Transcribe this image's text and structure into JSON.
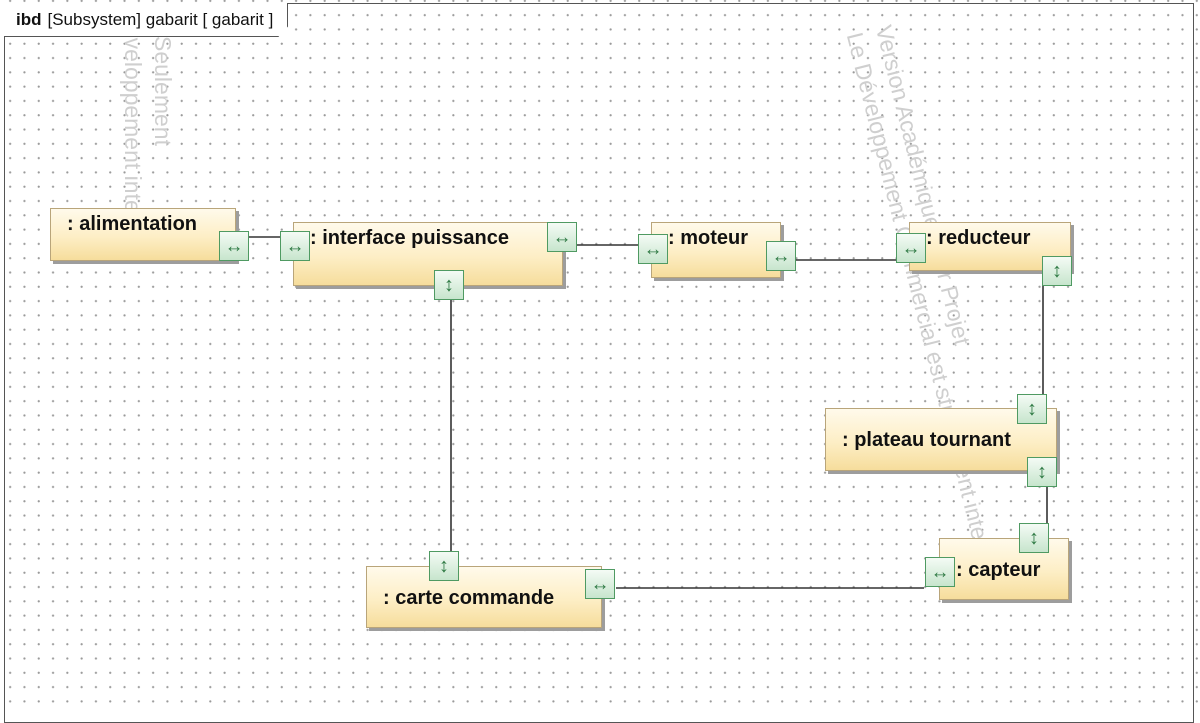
{
  "frame": {
    "keyword": "ibd",
    "label": "[Subsystem] gabarit [ gabarit ]"
  },
  "watermarks": [
    "Seulement",
    "développement interdit",
    "Version Académique pour Projet",
    "Le Développement Commercial est strictement interdit"
  ],
  "parts": {
    "alimentation": ": alimentation",
    "interface_puissance": ": interface puissance",
    "moteur": ": moteur",
    "reducteur": ": reducteur",
    "plateau_tournant": ": plateau tournant",
    "capteur": ": capteur",
    "carte_commande": ": carte commande"
  },
  "icons": {
    "port_horizontal": "↔",
    "port_vertical": "↕"
  },
  "colors": {
    "part_fill": "#fdeec5",
    "port_fill": "#c7e5cd",
    "port_border": "#4f9a62",
    "connector": "#333333"
  }
}
